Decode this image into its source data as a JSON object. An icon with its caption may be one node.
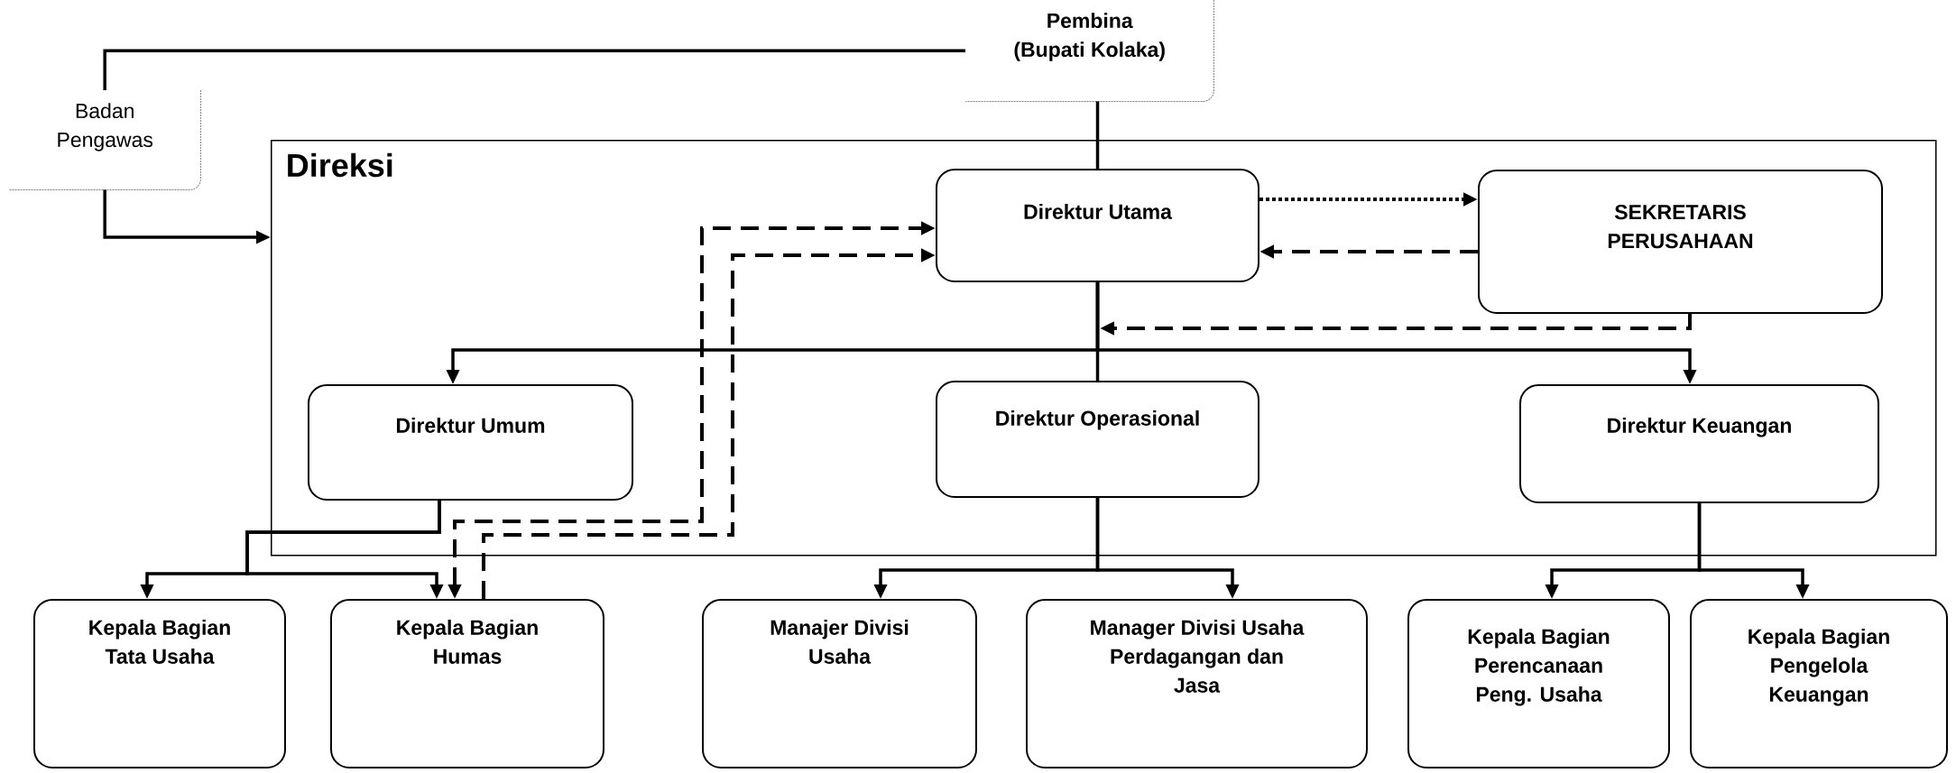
{
  "diagram": {
    "nodes": [
      {
        "text": [
          "Pembina (Bupati Kolaka)"
        ]
      },
      {
        "text": [
          "Badan Pengawas"
        ]
      },
      {
        "text": [
          "Direksi"
        ]
      },
      {
        "text": [
          "Direktur Utama"
        ],
        "in": 2
      },
      {
        "text": [
          "SEKRETARIS PERUSAHAAN"
        ],
        "in": 2
      },
      {
        "text": [
          "Direktur Umum"
        ],
        "in": 2
      },
      {
        "text": [
          "Direktur Operasional"
        ],
        "in": 2
      },
      {
        "text": [
          "Direktur Keuangan"
        ],
        "in": 2
      },
      {
        "text": [
          "Kepala Bagian Tata Usaha"
        ]
      },
      {
        "text": [
          "Kepala Bagian Humas"
        ]
      },
      {
        "text": [
          "Manajer Divisi Usaha"
        ]
      },
      {
        "text": [
          "Manager Divisi Usaha Perdagangan dan Jasa"
        ]
      },
      {
        "text": [
          "Kepala Bagian Perencanaan Peng. Usaha"
        ]
      },
      {
        "text": [
          "Kepala Bagian Pengelola Keuangan"
        ]
      }
    ],
    "edges": [
      {
        "from": 0,
        "to": 1,
        "arrow": "none"
      },
      {
        "from": 1,
        "to": 2,
        "arrow": "to"
      },
      {
        "from": 0,
        "to": 3,
        "arrow": "none"
      },
      {
        "from": 3,
        "to": 4,
        "arrow": "to",
        "style": "dashed"
      },
      {
        "from": 4,
        "to": 3,
        "arrow": "to",
        "style": "dashed"
      },
      {
        "from": 4,
        "to": null,
        "arrow": "to",
        "style": "dashed"
      },
      {
        "from": 3,
        "to": 5,
        "arrow": "to"
      },
      {
        "from": 3,
        "to": 6,
        "arrow": "none"
      },
      {
        "from": 3,
        "to": 7,
        "arrow": "to"
      },
      {
        "from": 9,
        "to": 3,
        "arrow": "both",
        "style": "dashed"
      },
      {
        "from": 9,
        "to": 3,
        "arrow": "to",
        "style": "dashed"
      },
      {
        "from": 5,
        "to": 8,
        "arrow": "to"
      },
      {
        "from": 5,
        "to": 9,
        "arrow": "to"
      },
      {
        "from": 6,
        "to": 10,
        "arrow": "to"
      },
      {
        "from": 6,
        "to": 11,
        "arrow": "to"
      },
      {
        "from": 7,
        "to": 12,
        "arrow": "to"
      },
      {
        "from": 7,
        "to": 13,
        "arrow": "to"
      }
    ]
  }
}
